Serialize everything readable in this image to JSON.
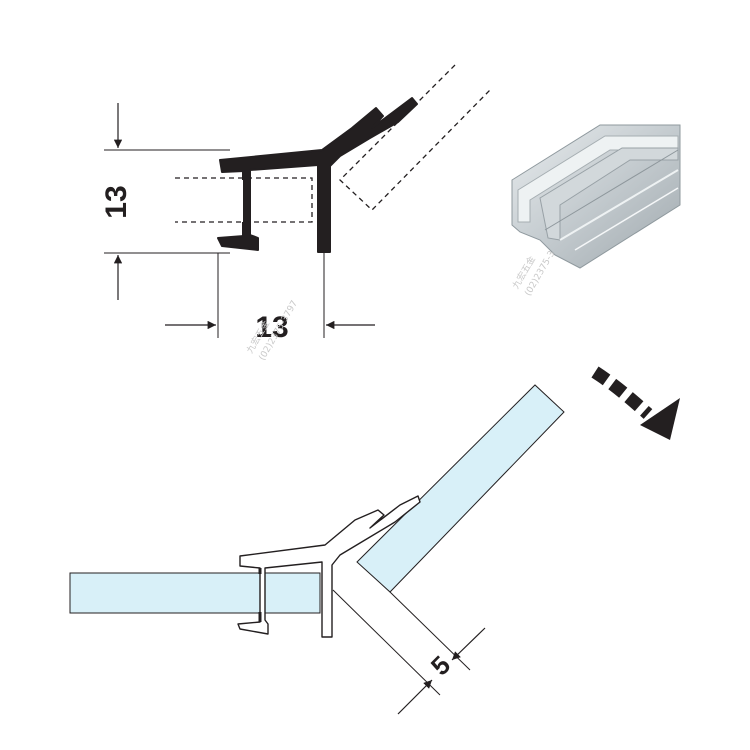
{
  "dimensions": {
    "height_label": "13",
    "width_label": "13",
    "gap_label": "5"
  },
  "watermark": {
    "chinese": "九宏五金",
    "phone_a": "(02)2375-3797",
    "phone_b": "(02)2375-3"
  },
  "colors": {
    "profile": "#231f20",
    "glass_fill": "#d8f0f8",
    "glass_stroke": "#231f20",
    "photo_gray": "#b9c0c4",
    "watermark": "#c9c9c9"
  },
  "icons": {
    "rotation_arrow": "dashed-curved-arrow-icon"
  }
}
